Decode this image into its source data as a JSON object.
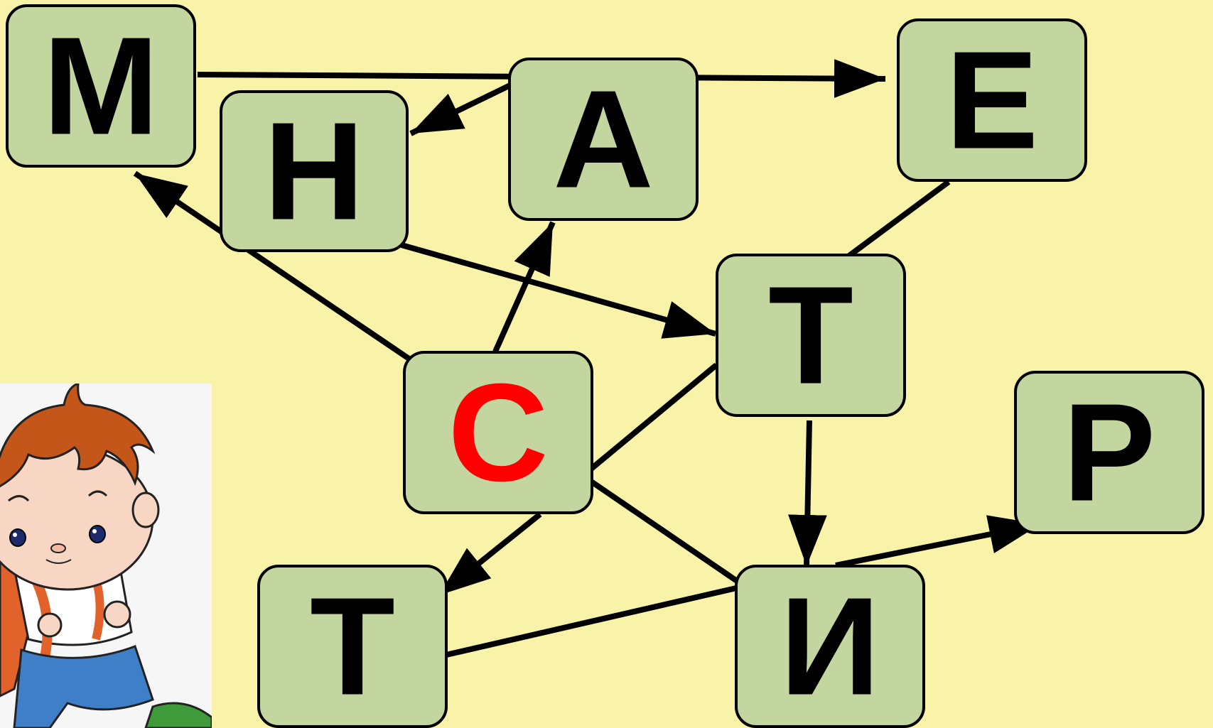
{
  "background_color": "#f8f3a9",
  "tile_color": "#c4d69f",
  "highlight_color": "#ff0000",
  "tiles": {
    "M": {
      "letter": "М"
    },
    "N": {
      "letter": "Н"
    },
    "A": {
      "letter": "А"
    },
    "E": {
      "letter": "Е"
    },
    "T1": {
      "letter": "Т"
    },
    "C": {
      "letter": "С"
    },
    "P": {
      "letter": "Р"
    },
    "T2": {
      "letter": "Т"
    },
    "I": {
      "letter": "И"
    }
  },
  "edges": [
    {
      "from": "M",
      "to": "E",
      "arrow": "to"
    },
    {
      "from": "A",
      "to": "N",
      "arrow": "to"
    },
    {
      "from": "C",
      "to": "M",
      "arrow": "to"
    },
    {
      "from": "C",
      "to": "A",
      "arrow": "to"
    },
    {
      "from": "N",
      "to": "T1",
      "arrow": "to"
    },
    {
      "from": "E",
      "to": "T1",
      "arrow": "none"
    },
    {
      "from": "T1",
      "to": "C",
      "arrow": "none"
    },
    {
      "from": "T1",
      "to": "I",
      "arrow": "to"
    },
    {
      "from": "C",
      "to": "I",
      "arrow": "none"
    },
    {
      "from": "C",
      "to": "T2",
      "arrow": "to"
    },
    {
      "from": "T2",
      "to": "I",
      "arrow": "none"
    },
    {
      "from": "I",
      "to": "P",
      "arrow": "to"
    }
  ],
  "illustration": {
    "icon": "boy-with-backpack-icon"
  }
}
